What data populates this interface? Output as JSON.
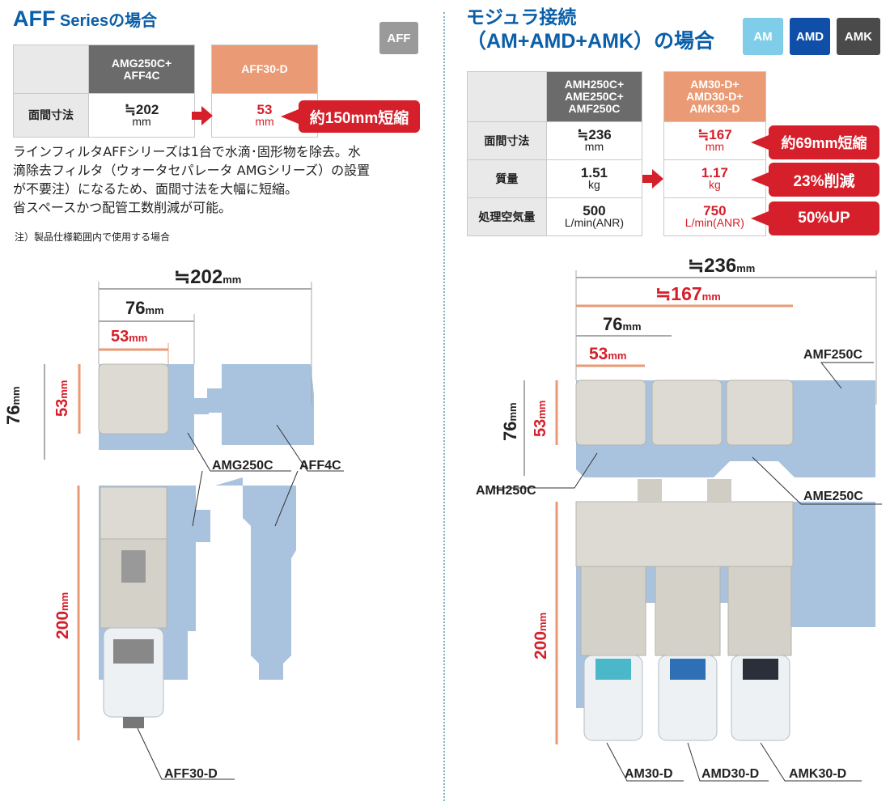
{
  "left": {
    "title_main": "AFF",
    "title_sub": " Seriesの場合",
    "tag": "AFF",
    "table": {
      "col1": [
        "AMG250C+",
        "AFF4C"
      ],
      "col2": "AFF30-D",
      "row_label": "面間寸法",
      "val1": "≒202",
      "unit1": "mm",
      "val2": "53",
      "unit2": "mm"
    },
    "badge": "約150mm短縮",
    "paragraph": [
      "ラインフィルタAFFシリーズは1台で水滴･固形物を除去。水",
      "滴除去フィルタ（ウォータセパレータ AMGシリーズ）の設置",
      "が不要注）になるため、面間寸法を大幅に短縮。",
      "省スペースかつ配管工数削減が可能。"
    ],
    "note": "注）製品仕様範囲内で使用する場合",
    "dims": {
      "total": "≒202",
      "mid": "76",
      "small": "53",
      "height": "76",
      "height_small": "53",
      "tall": "200",
      "unit": "mm"
    },
    "labels": {
      "amg": "AMG250C",
      "aff4c": "AFF4C",
      "aff30": "AFF30-D"
    }
  },
  "right": {
    "title_line1": "モジュラ接続",
    "title_line2": "（AM+AMD+AMK）の場合",
    "tags": [
      {
        "label": "AM",
        "color": "#7fcde8"
      },
      {
        "label": "AMD",
        "color": "#0f4fa8"
      },
      {
        "label": "AMK",
        "color": "#4a4a4a"
      }
    ],
    "table": {
      "col1": [
        "AMH250C+",
        "AME250C+",
        "AMF250C"
      ],
      "col2": [
        "AM30-D+",
        "AMD30-D+",
        "AMK30-D"
      ],
      "rows": [
        {
          "label": "面間寸法",
          "v1": "≒236",
          "u1": "mm",
          "v2": "≒167",
          "u2": "mm",
          "badge": "約69mm短縮"
        },
        {
          "label": "質量",
          "v1": "1.51",
          "u1": "kg",
          "v2": "1.17",
          "u2": "kg",
          "badge": "23%削減"
        },
        {
          "label": "処理空気量",
          "v1": "500",
          "u1": "L/min(ANR)",
          "v2": "750",
          "u2": "L/min(ANR)",
          "badge": "50%UP"
        }
      ]
    },
    "dims": {
      "total": "≒236",
      "mid": "≒167",
      "d76": "76",
      "d53": "53",
      "height": "76",
      "height_small": "53",
      "tall": "200",
      "unit": "mm"
    },
    "labels": {
      "amf": "AMF250C",
      "amh": "AMH250C",
      "ame": "AME250C",
      "am30": "AM30-D",
      "amd30": "AMD30-D",
      "amk30": "AMK30-D"
    }
  }
}
